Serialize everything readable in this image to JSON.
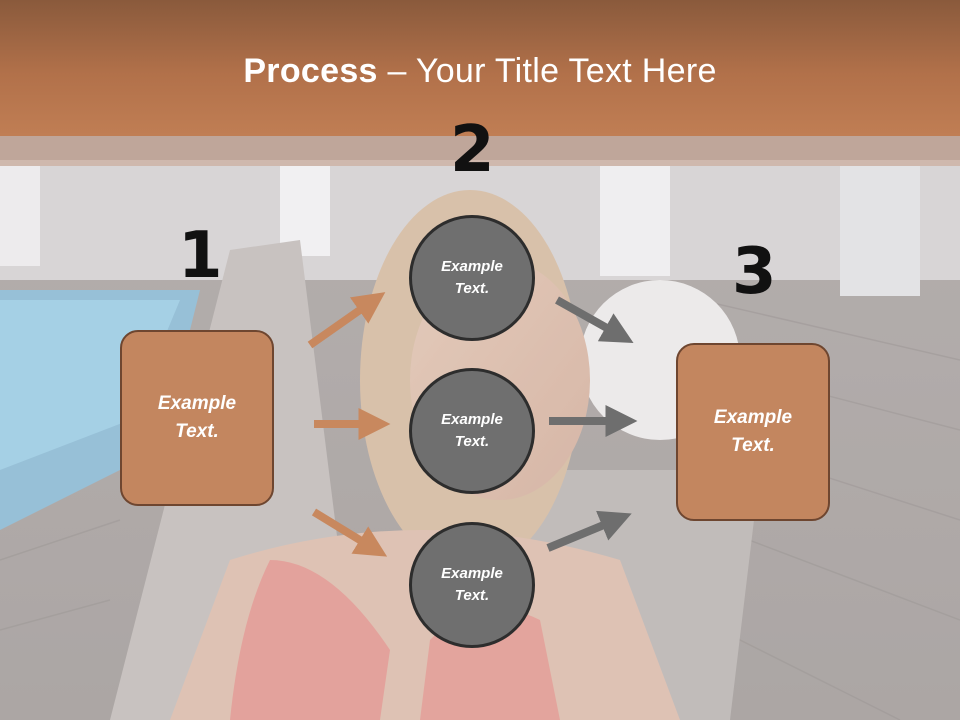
{
  "title": {
    "bold": "Process",
    "rest": " – Your Title Text Here"
  },
  "steps": {
    "one": {
      "number": "1",
      "text": "Example Text."
    },
    "two": {
      "number": "2",
      "circles": [
        {
          "text": "Example Text."
        },
        {
          "text": "Example Text."
        },
        {
          "text": "Example Text."
        }
      ]
    },
    "three": {
      "number": "3",
      "text": "Example Text."
    }
  },
  "colors": {
    "accent": "#c3865f",
    "title_band": "#b2714a",
    "circle_fill": "#6f6f6f",
    "left_arrows": "#c8885e",
    "right_arrows": "#6e6e6e"
  }
}
